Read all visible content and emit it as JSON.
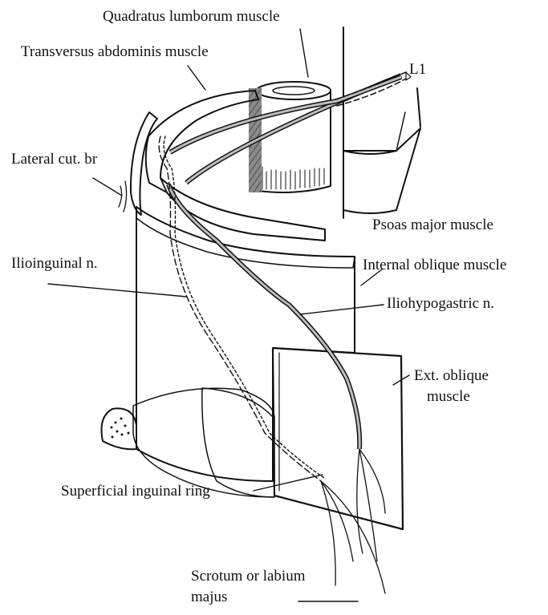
{
  "labels": {
    "quadratus": "Quadratus lumborum muscle",
    "transversus": "Transversus abdominis muscle",
    "l1": "L1",
    "lateral_cut": "Lateral cut. br",
    "psoas": "Psoas major muscle",
    "ilioinguinal": "Ilioinguinal n.",
    "internal_oblique": "Internal oblique muscle",
    "iliohypogastric": "Iliohypogastric n.",
    "ext_oblique_line1": "Ext. oblique",
    "ext_oblique_line2": "muscle",
    "superficial_ring": "Superficial inguinal ring",
    "scrotum_line1": "Scrotum or labium",
    "scrotum_line2": "majus"
  },
  "colors": {
    "ink": "#111111",
    "muscle_light": "#d9d9d9",
    "muscle_dark": "#8a8a8a",
    "nerve": "#bdbdbd",
    "paper": "#ffffff"
  }
}
